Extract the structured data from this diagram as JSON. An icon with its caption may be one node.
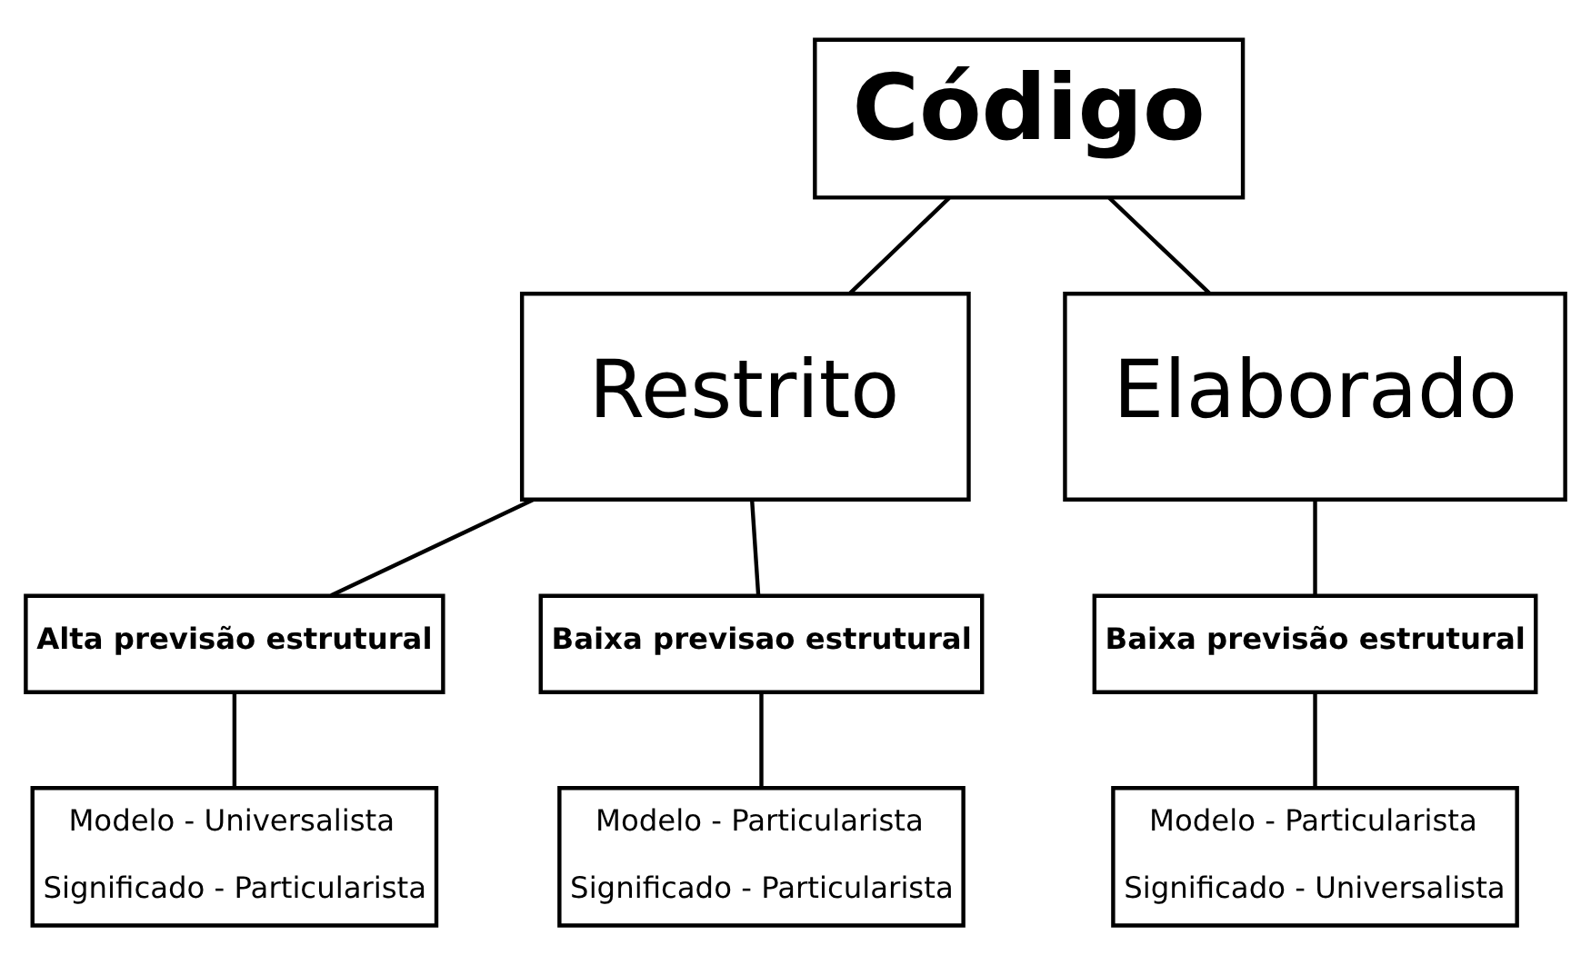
{
  "diagram": {
    "nodes": [
      {
        "text": [
          "Código"
        ]
      },
      {
        "text": [
          "Restrito"
        ]
      },
      {
        "text": [
          "Elaborado"
        ]
      },
      {
        "text": [
          "Alta previsão estrutural"
        ]
      },
      {
        "text": [
          "Baixa previsao estrutural"
        ]
      },
      {
        "text": [
          "Baixa previsão estrutural"
        ]
      },
      {
        "text": [
          "Modelo - Universalista",
          "Significado - Particularista"
        ]
      },
      {
        "text": [
          "Modelo - Particularista",
          "Significado - Particularista"
        ]
      },
      {
        "text": [
          "Modelo - Particularista",
          "Significado - Universalista"
        ]
      }
    ],
    "edges": [
      {
        "from": 0,
        "to": 1,
        "arrow": "none"
      },
      {
        "from": 0,
        "to": 2,
        "arrow": "none"
      },
      {
        "from": 1,
        "to": 3,
        "arrow": "none"
      },
      {
        "from": 1,
        "to": 4,
        "arrow": "none"
      },
      {
        "from": 2,
        "to": 5,
        "arrow": "none"
      },
      {
        "from": 3,
        "to": 6,
        "arrow": "none"
      },
      {
        "from": 4,
        "to": 7,
        "arrow": "none"
      },
      {
        "from": 5,
        "to": 8,
        "arrow": "none"
      }
    ]
  }
}
